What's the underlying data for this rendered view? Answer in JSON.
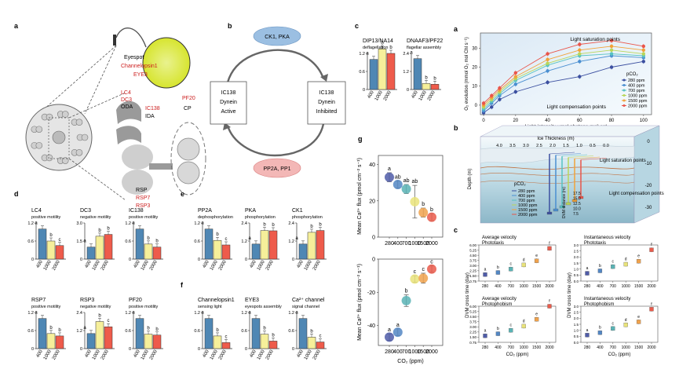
{
  "panel_labels": {
    "a1": "a",
    "b1": "b",
    "c1": "c",
    "d": "d",
    "e": "e",
    "f": "f",
    "g": "g",
    "a2": "a",
    "b2": "b",
    "c2": "c"
  },
  "schematic_a": {
    "eyespot": "Eyespot",
    "channelopsin": "Channelopsin1",
    "eye3": "EYE3",
    "lc4": "LC4",
    "dc3": "DC3",
    "oda": "ODA",
    "ic138": "IC138",
    "ida": "IDA",
    "pf20": "PF20",
    "cp": "CP",
    "rsp": "RSP",
    "rsp7": "RSP7",
    "rsp3": "RSP3"
  },
  "cycle_b": {
    "kinase": "CK1,  PKA",
    "phosphatase": "PP2A, PP1",
    "left_box": [
      "IC138",
      "Dynein",
      "Active"
    ],
    "right_box": [
      "IC138",
      "Dynein",
      "Inhibited"
    ]
  },
  "colors": {
    "c400": "#4f87b4",
    "c1000": "#f6ef9a",
    "c2000": "#ee5b4b",
    "outline": "#333333"
  },
  "co2_ticks": [
    "400",
    "1000",
    "2000"
  ],
  "bar_panels": [
    {
      "id": "c1",
      "title": "DIP13/NA14",
      "subtitle": "deflagellation",
      "yticks": [
        "0",
        "0.6",
        "1.2"
      ],
      "max": 1.2,
      "values": [
        1.0,
        1.35,
        1.2
      ],
      "letters": [
        "a",
        "b",
        "b"
      ]
    },
    {
      "id": "c2",
      "title": "DNAAF3/PF22",
      "subtitle": "flagellar assembly",
      "yticks": [
        "0",
        "1.2",
        "2.4"
      ],
      "max": 2.4,
      "values": [
        2.05,
        0.4,
        0.35
      ],
      "letters": [
        "a",
        "b",
        "b"
      ]
    },
    {
      "id": "d1",
      "title": "LC4",
      "subtitle": "positive motility",
      "yticks": [
        "0",
        "0.6",
        "1.2"
      ],
      "max": 1.2,
      "values": [
        1.0,
        0.6,
        0.45
      ],
      "letters": [
        "a",
        "b",
        "c"
      ]
    },
    {
      "id": "d2",
      "title": "DC3",
      "subtitle": "negative motility",
      "yticks": [
        "0",
        "1.5",
        "3.0"
      ],
      "max": 3.0,
      "values": [
        1.0,
        1.9,
        2.05
      ],
      "letters": [
        "a",
        "b",
        "b"
      ]
    },
    {
      "id": "d3",
      "title": "IC138",
      "subtitle": "positive motility",
      "yticks": [
        "0",
        "0.6",
        "1.2"
      ],
      "max": 1.2,
      "values": [
        1.0,
        0.5,
        0.4
      ],
      "letters": [
        "a",
        "b",
        "b"
      ]
    },
    {
      "id": "d4",
      "title": "RSP7",
      "subtitle": "positive motility",
      "yticks": [
        "0",
        "0.6",
        "1.2"
      ],
      "max": 1.2,
      "values": [
        1.0,
        0.5,
        0.42
      ],
      "letters": [
        "a",
        "b",
        "b"
      ]
    },
    {
      "id": "d5",
      "title": "RSP3",
      "subtitle": "negative motility",
      "yticks": [
        "0",
        "1.2",
        "2.4"
      ],
      "max": 2.4,
      "values": [
        1.0,
        1.8,
        1.45
      ],
      "letters": [
        "a",
        "b",
        "c"
      ]
    },
    {
      "id": "d6",
      "title": "PF20",
      "subtitle": "positive motility",
      "yticks": [
        "0",
        "0.6",
        "1.2"
      ],
      "max": 1.2,
      "values": [
        1.0,
        0.48,
        0.45
      ],
      "letters": [
        "a",
        "b",
        "b"
      ]
    },
    {
      "id": "e1",
      "title": "PP2A",
      "subtitle": "dephosphorylation",
      "yticks": [
        "0",
        "0.6",
        "1.2"
      ],
      "max": 1.2,
      "values": [
        1.0,
        0.62,
        0.47
      ],
      "letters": [
        "a",
        "b",
        "c"
      ]
    },
    {
      "id": "e2",
      "title": "PKA",
      "subtitle": "phosphorylation",
      "yticks": [
        "0",
        "1.2",
        "2.4"
      ],
      "max": 2.4,
      "values": [
        1.0,
        1.9,
        1.88
      ],
      "letters": [
        "a",
        "b",
        "b"
      ]
    },
    {
      "id": "e3",
      "title": "CK1",
      "subtitle": "phosphorylation",
      "yticks": [
        "0",
        "1.2",
        "2.4"
      ],
      "max": 2.4,
      "values": [
        1.0,
        1.78,
        1.9
      ],
      "letters": [
        "a",
        "b",
        "b"
      ]
    },
    {
      "id": "f1",
      "title": "Channelopsin1",
      "subtitle": "sensing light",
      "yticks": [
        "0",
        "0.6",
        "1.2"
      ],
      "max": 1.2,
      "values": [
        1.0,
        0.42,
        0.2
      ],
      "letters": [
        "a",
        "b",
        "c"
      ]
    },
    {
      "id": "f2",
      "title": "EYE3",
      "subtitle": "eyespots assembly",
      "yticks": [
        "0",
        "0.6",
        "1.2"
      ],
      "max": 1.2,
      "values": [
        1.0,
        0.48,
        0.25
      ],
      "letters": [
        "a",
        "b",
        "b"
      ]
    },
    {
      "id": "f3",
      "title": "Ca²⁺ channel",
      "subtitle": "signal channel",
      "yticks": [
        "0",
        "0.6",
        "1.2"
      ],
      "max": 1.2,
      "values": [
        1.0,
        0.38,
        0.22
      ],
      "letters": [
        "a",
        "b",
        "c"
      ]
    }
  ],
  "chart_data": [
    {
      "type": "scatter",
      "id": "g_top",
      "ylabel": "Mean Ca²⁺ flux (pmol cm⁻² s⁻¹)",
      "categories": [
        "280",
        "400",
        "700",
        "1000",
        "1500",
        "2000"
      ],
      "values": [
        33,
        29,
        26.5,
        19.5,
        13.5,
        11
      ],
      "errors": [
        2.5,
        2,
        2.5,
        9,
        2.5,
        2
      ],
      "letters": [
        "a",
        "ab",
        "ab",
        "ab",
        "b",
        "b"
      ],
      "ylim": [
        0,
        45
      ],
      "yticks": [
        "0",
        "20",
        "40"
      ]
    },
    {
      "type": "scatter",
      "id": "g_bot",
      "ylabel": "Mean Ca²⁺ flux (pmol cm⁻² s⁻¹)",
      "xlabel": "CO₂ (ppm)",
      "categories": [
        "280",
        "400",
        "700",
        "1000",
        "1500",
        "2000"
      ],
      "values": [
        -47,
        -44,
        -25,
        -12,
        -11.5,
        -6
      ],
      "errors": [
        2,
        2,
        3.5,
        2,
        3,
        2
      ],
      "letters": [
        "a",
        "a",
        "b",
        "c",
        "c",
        "c"
      ],
      "ylim": [
        -52,
        0
      ],
      "yticks": [
        "0",
        "-20",
        "-40"
      ]
    },
    {
      "type": "line",
      "id": "a_right",
      "xlabel": "Light intensity μmol photons·m⁻²·s⁻¹",
      "ylabel": "O₂ evolution (mmol O₂ mol Chl s⁻¹)",
      "x": [
        0,
        5,
        10,
        20,
        40,
        60,
        80,
        100
      ],
      "xlim": [
        -2,
        105
      ],
      "ylim": [
        -5,
        38
      ],
      "xticks": [
        "0",
        "20",
        "40",
        "60",
        "80",
        "100"
      ],
      "yticks": [
        "0",
        "10",
        "20",
        "30"
      ],
      "legend_title": "pCO₂",
      "legend": [
        "280 ppm",
        "400 ppm",
        "700 ppm",
        "1000 ppm",
        "1500 ppm",
        "2000 ppm"
      ],
      "series": [
        {
          "color": "#3b4fa0",
          "values": [
            -4,
            -1,
            3,
            7,
            12,
            15,
            20,
            23
          ]
        },
        {
          "color": "#4a8fd1",
          "values": [
            -3,
            1,
            5,
            11,
            18,
            23,
            26,
            25
          ]
        },
        {
          "color": "#56c2c2",
          "values": [
            -2,
            2,
            6,
            13,
            21,
            26,
            27,
            26
          ]
        },
        {
          "color": "#b9d65a",
          "values": [
            -1,
            3,
            7,
            14,
            22,
            27,
            29,
            27
          ]
        },
        {
          "color": "#f1a23a",
          "values": [
            0,
            4,
            8,
            15,
            24,
            29,
            31,
            29
          ]
        },
        {
          "color": "#e9554b",
          "values": [
            1,
            5,
            9,
            17,
            27,
            32,
            34,
            31
          ]
        }
      ],
      "annotations": [
        "Light saturation points",
        "Light compensation points"
      ]
    },
    {
      "type": "scatter",
      "id": "c_right",
      "xlabel": "CO₂ (ppm)",
      "ylabel": "DVM cross time (day)",
      "categories": [
        "280",
        "400",
        "700",
        "1000",
        "1500",
        "2000"
      ],
      "panels": [
        {
          "title": "Average velocity",
          "subtitle": "Phototaxis",
          "ylim": [
            0.75,
            6.0
          ],
          "yticks": [
            "0.75",
            "1.50",
            "2.25",
            "3.00",
            "3.75",
            "4.50",
            "5.25",
            "6.00"
          ],
          "values": [
            1.7,
            2.0,
            2.5,
            3.1,
            3.7,
            5.5
          ],
          "letters": [
            "a",
            "b",
            "c",
            "d",
            "e",
            "f"
          ]
        },
        {
          "title": "Instantaneous velocity",
          "subtitle": "Phototaxis",
          "ylim": [
            0,
            3.0
          ],
          "yticks": [
            "0.0",
            "0.5",
            "1.0",
            "1.5",
            "2.0",
            "2.5",
            "3.0"
          ],
          "values": [
            0.65,
            0.85,
            1.2,
            1.4,
            1.65,
            2.6
          ],
          "letters": [
            "a",
            "b",
            "c",
            "d",
            "e",
            "f"
          ]
        },
        {
          "title": "Average velocity",
          "subtitle": "Photophobism",
          "ylim": [
            0.75,
            6.0
          ],
          "yticks": [
            "0.75",
            "1.50",
            "2.25",
            "3.00",
            "3.75",
            "4.50",
            "5.25",
            "6.00"
          ],
          "values": [
            1.7,
            2.0,
            2.5,
            3.1,
            4.1,
            6.0
          ],
          "letters": [
            "a",
            "b",
            "c",
            "d",
            "e",
            "f"
          ]
        },
        {
          "title": "Instantaneous velocity",
          "subtitle": "Photophobism",
          "ylim": [
            0,
            3.0
          ],
          "yticks": [
            "0.0",
            "0.5",
            "1.0",
            "1.5",
            "2.0",
            "2.5",
            "3.0"
          ],
          "values": [
            0.6,
            0.8,
            1.15,
            1.45,
            1.7,
            2.75
          ],
          "letters": [
            "a",
            "b",
            "c",
            "d",
            "e",
            "f"
          ]
        }
      ]
    }
  ],
  "ice_panel": {
    "title": "Ice Thickness (m)",
    "ticks": [
      "4.0",
      "3.5",
      "3.0",
      "2.5",
      "2.0",
      "1.5",
      "1.0",
      "0.5",
      "0.0"
    ],
    "depth_label": "Depth (m)",
    "depth_ticks": [
      "0",
      "-10",
      "-20",
      "-30"
    ],
    "dvm_label": "DVM distance (m)",
    "dvm_ticks": [
      "17.5",
      "15.0",
      "12.5",
      "10.0",
      "7.5"
    ],
    "legend_title": "pCO₂",
    "legend": [
      "280 ppm",
      "400 ppm",
      "700 ppm",
      "1000 ppm",
      "1500 ppm",
      "2000 ppm"
    ],
    "saturation": "Light saturation points",
    "compensation": "Light compensation points"
  }
}
